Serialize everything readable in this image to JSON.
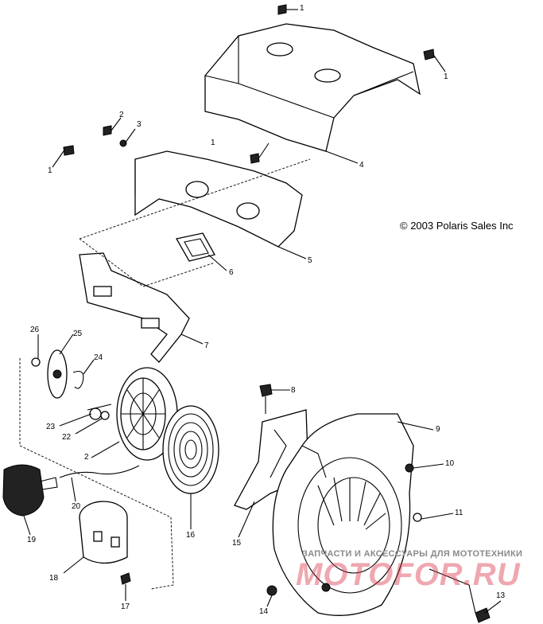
{
  "diagram": {
    "copyright": "© 2003 Polaris Sales Inc",
    "watermark_small": "ЗАПЧАСТИ И АКСЕССУАРЫ ДЛЯ МОТОТЕХНИКИ",
    "watermark_large": "MOTOFOR.RU",
    "callouts": [
      "1",
      "1",
      "2",
      "3",
      "1",
      "1",
      "4",
      "5",
      "6",
      "7",
      "26",
      "25",
      "24",
      "23",
      "22",
      "2",
      "8",
      "9",
      "10",
      "11",
      "16",
      "15",
      "20",
      "19",
      "18",
      "17",
      "14",
      "13"
    ]
  }
}
